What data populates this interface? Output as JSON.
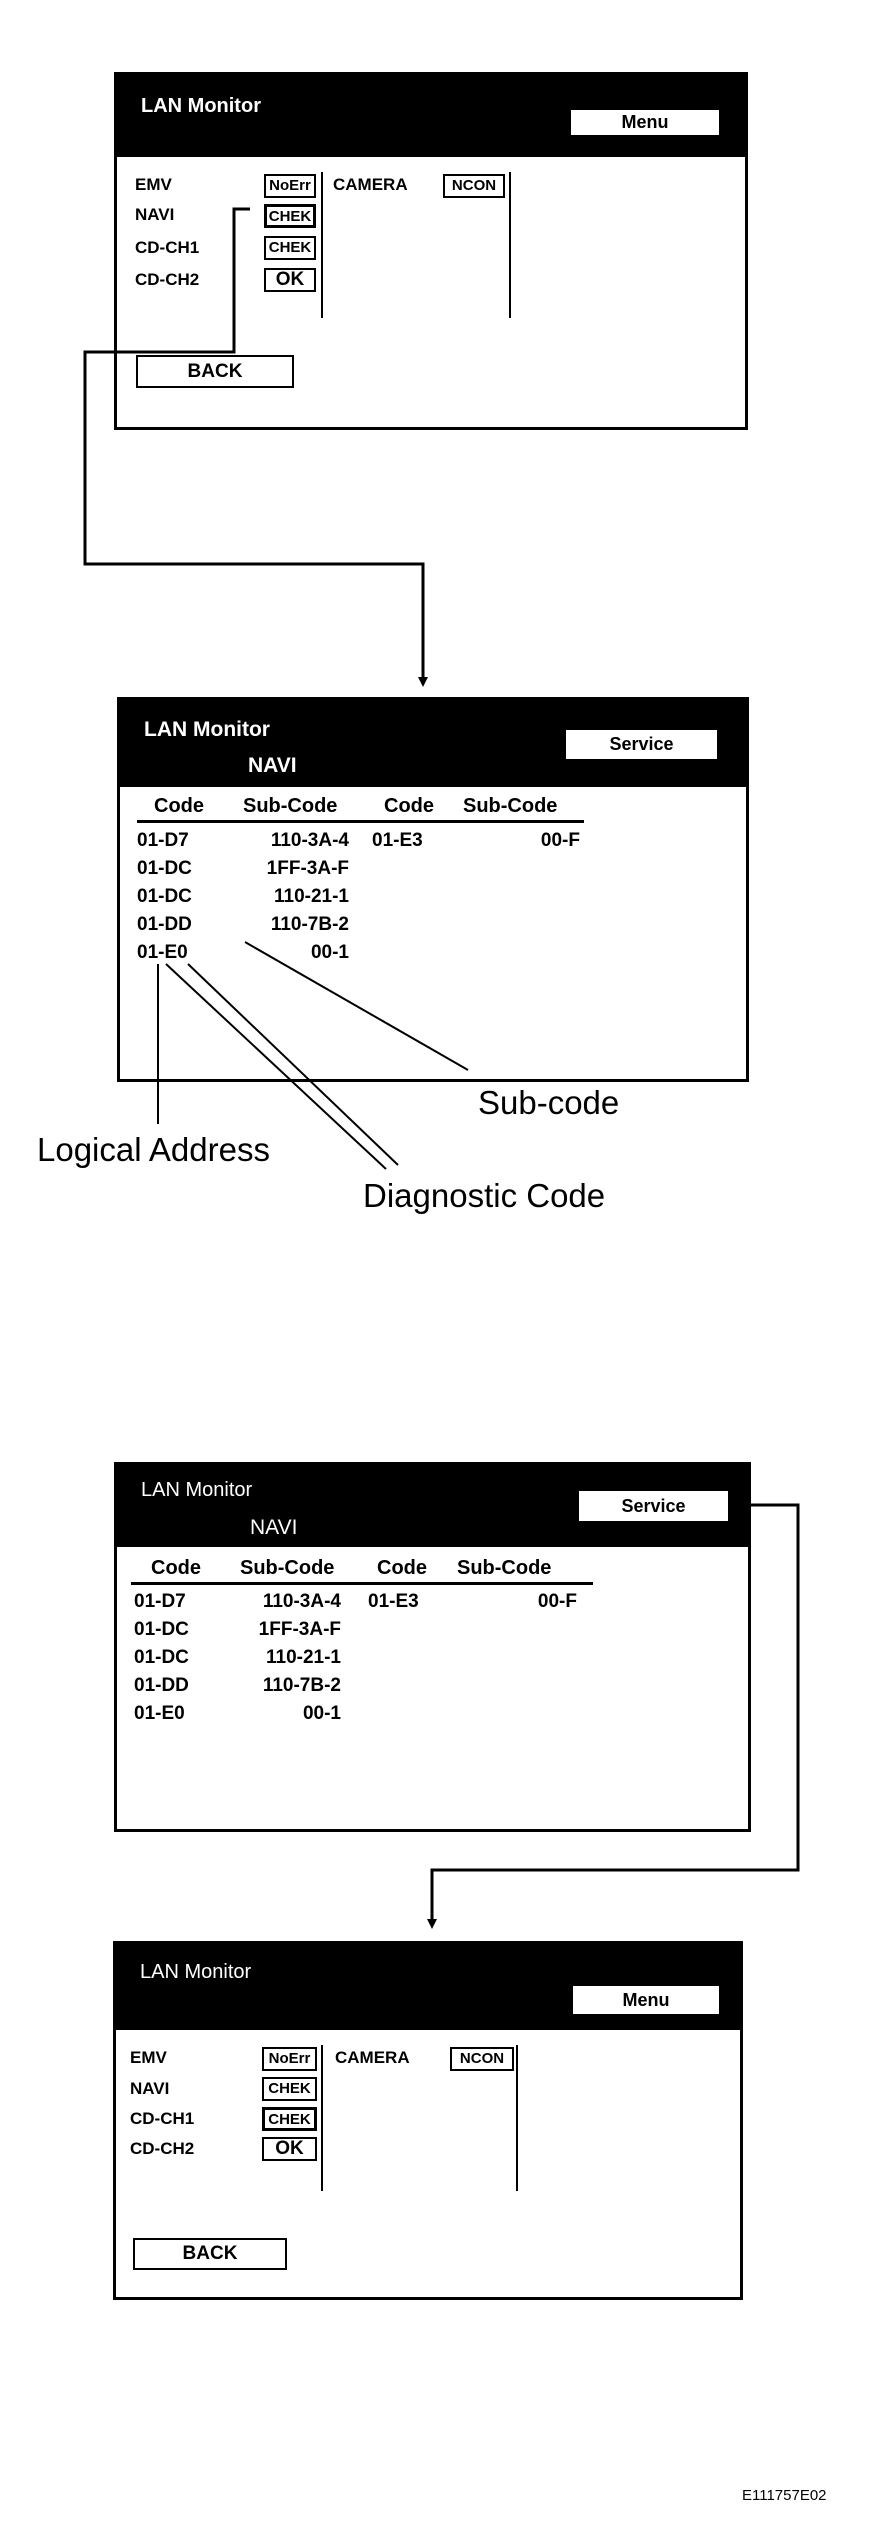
{
  "menu_screen_top": {
    "title": "LAN Monitor",
    "header_button": "Menu",
    "devices": [
      {
        "name": "EMV",
        "status": "NoErr"
      },
      {
        "name": "NAVI",
        "status": "CHEK"
      },
      {
        "name": "CD-CH1",
        "status": "CHEK"
      },
      {
        "name": "CD-CH2",
        "status": "OK"
      }
    ],
    "camera": {
      "name": "CAMERA",
      "status": "NCON"
    },
    "back_button": "BACK"
  },
  "service_screen_1": {
    "title": "LAN Monitor",
    "subtitle": "NAVI",
    "header_button": "Service",
    "columns": [
      "Code",
      "Sub-Code",
      "Code",
      "Sub-Code"
    ],
    "rows_left": [
      {
        "code": "01-D7",
        "sub": "110-3A-4"
      },
      {
        "code": "01-DC",
        "sub": "1FF-3A-F"
      },
      {
        "code": "01-DC",
        "sub": "110-21-1"
      },
      {
        "code": "01-DD",
        "sub": "110-7B-2"
      },
      {
        "code": "01-E0",
        "sub": "00-1"
      }
    ],
    "rows_right": [
      {
        "code": "01-E3",
        "sub": "00-F"
      }
    ]
  },
  "callouts": {
    "sub_code": "Sub-code",
    "logical_address": "Logical Address",
    "diagnostic_code": "Diagnostic Code"
  },
  "service_screen_2": {
    "title": "LAN Monitor",
    "subtitle": "NAVI",
    "header_button": "Service",
    "columns": [
      "Code",
      "Sub-Code",
      "Code",
      "Sub-Code"
    ],
    "rows_left": [
      {
        "code": "01-D7",
        "sub": "110-3A-4"
      },
      {
        "code": "01-DC",
        "sub": "1FF-3A-F"
      },
      {
        "code": "01-DC",
        "sub": "110-21-1"
      },
      {
        "code": "01-DD",
        "sub": "110-7B-2"
      },
      {
        "code": "01-E0",
        "sub": "00-1"
      }
    ],
    "rows_right": [
      {
        "code": "01-E3",
        "sub": "00-F"
      }
    ]
  },
  "menu_screen_bottom": {
    "title": "LAN Monitor",
    "header_button": "Menu",
    "devices": [
      {
        "name": "EMV",
        "status": "NoErr"
      },
      {
        "name": "NAVI",
        "status": "CHEK"
      },
      {
        "name": "CD-CH1",
        "status": "CHEK"
      },
      {
        "name": "CD-CH2",
        "status": "OK"
      }
    ],
    "camera": {
      "name": "CAMERA",
      "status": "NCON"
    },
    "back_button": "BACK"
  },
  "figure_id": "E111757E02"
}
